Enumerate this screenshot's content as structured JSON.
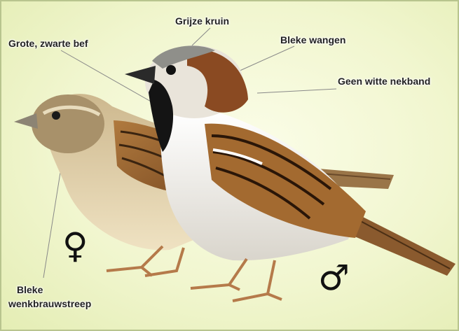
{
  "labels": {
    "crown": "Grijze kruin",
    "bib": "Grote, zwarte bef",
    "cheeks": "Bleke wangen",
    "collar": "Geen witte nekband",
    "brow_line1": "Bleke",
    "brow_line2": "wenkbrauwstreep"
  },
  "symbols": {
    "female": "♀",
    "male": "♂"
  },
  "colors": {
    "background": "#f1f6cf",
    "female_body": "#d6c29a",
    "male_breast": "#e6e2da",
    "male_nape": "#8a4a22",
    "crown": "#8f8f8a",
    "bib": "#141414"
  }
}
